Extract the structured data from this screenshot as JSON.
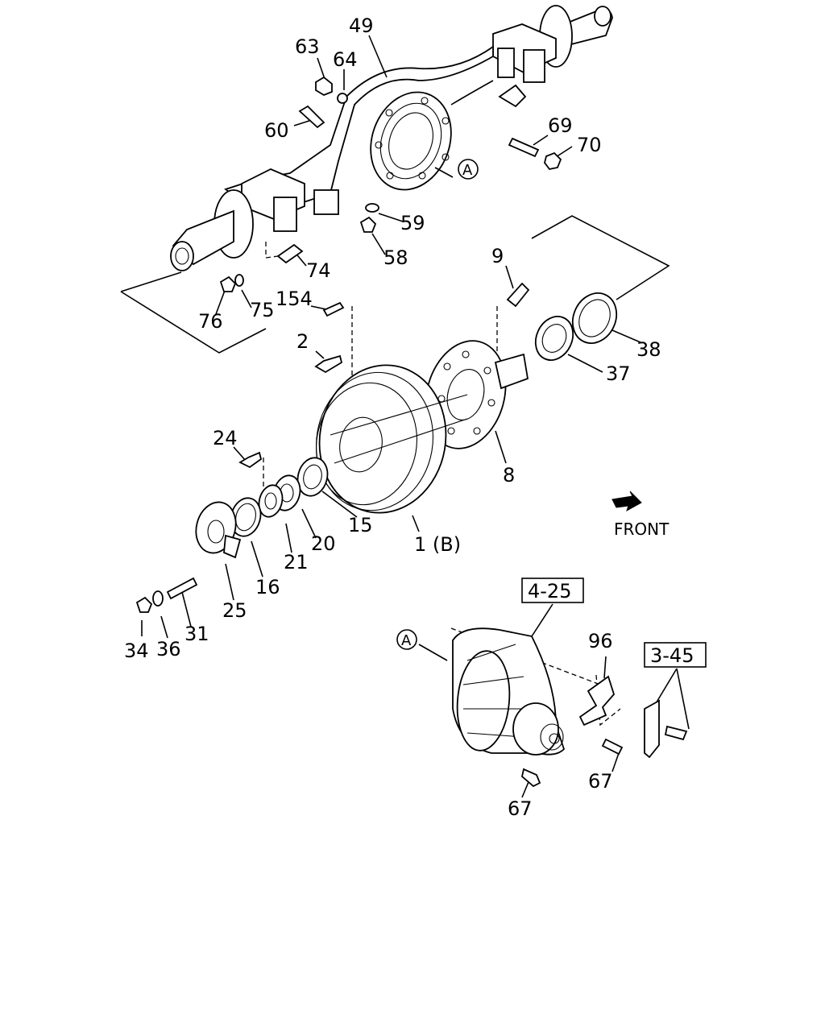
{
  "parts": {
    "p49": "49",
    "p63": "63",
    "p64": "64",
    "p60": "60",
    "p69": "69",
    "p70": "70",
    "p59": "59",
    "p58": "58",
    "p74": "74",
    "p76": "76",
    "p75": "75",
    "p154": "154",
    "p9": "9",
    "p2": "2",
    "p38": "38",
    "p37": "37",
    "p8": "8",
    "p24": "24",
    "p15": "15",
    "p20": "20",
    "p21": "21",
    "p16": "16",
    "p25": "25",
    "p31": "31",
    "p34": "34",
    "p36": "36",
    "p1b": "1 (B)",
    "p96": "96",
    "p67a": "67",
    "p67b": "67"
  },
  "refs": {
    "a_top": "A",
    "a_bottom": "A",
    "box_4_25": "4-25",
    "box_3_45": "3-45"
  },
  "front_label": "FRONT"
}
